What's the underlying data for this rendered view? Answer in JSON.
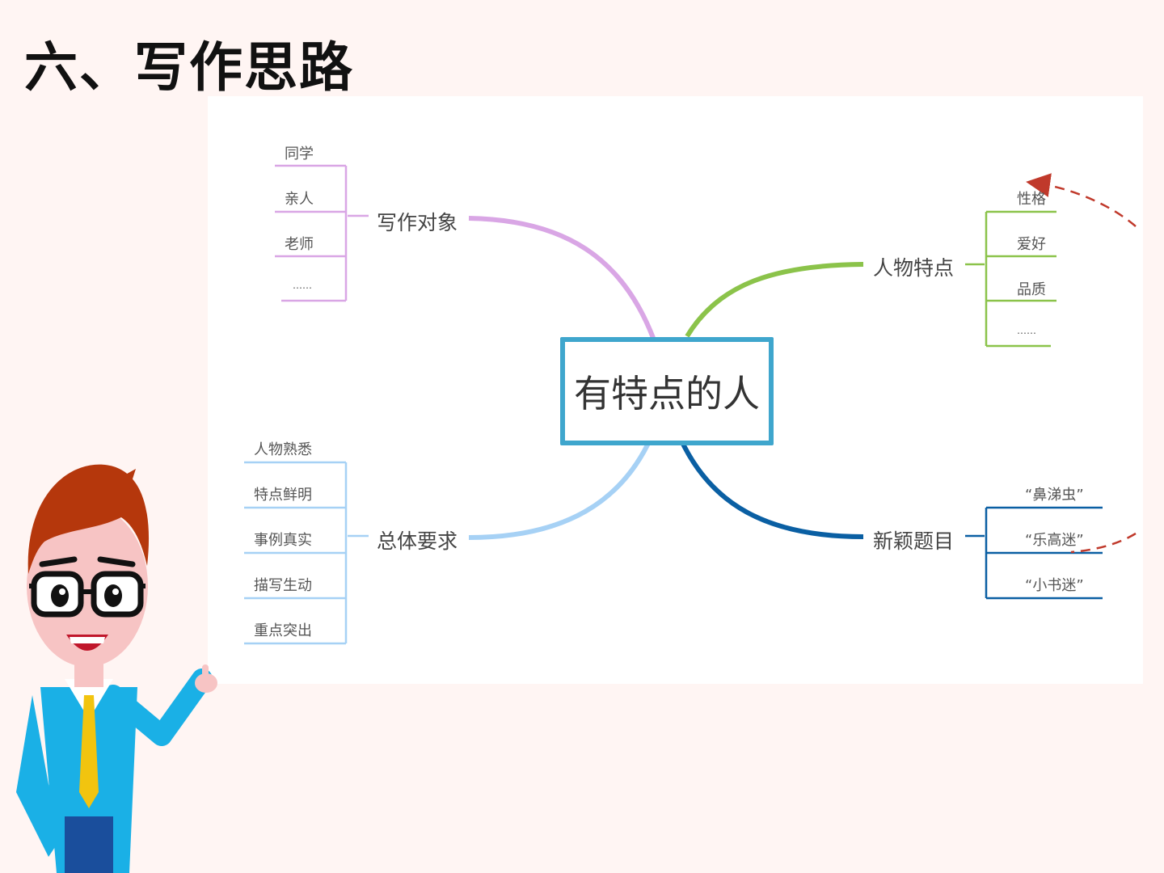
{
  "slide": {
    "title": "六、写作思路"
  },
  "mindmap": {
    "center": "有特点的人",
    "branches": [
      {
        "label": "写作对象",
        "color": "#d9a6e5",
        "items": [
          "同学",
          "亲人",
          "老师",
          "……"
        ]
      },
      {
        "label": "总体要求",
        "color": "#a6d1f5",
        "items": [
          "人物熟悉",
          "特点鲜明",
          "事例真实",
          "描写生动",
          "重点突出"
        ]
      },
      {
        "label": "人物特点",
        "color": "#8bc34a",
        "items": [
          "性格",
          "爱好",
          "品质",
          "……"
        ]
      },
      {
        "label": "新颖题目",
        "color": "#0a5fa3",
        "items": [
          "“鼻涕虫”",
          "“乐高迷”",
          "“小书迷”"
        ]
      }
    ],
    "arrow_color": "#c0392b"
  }
}
